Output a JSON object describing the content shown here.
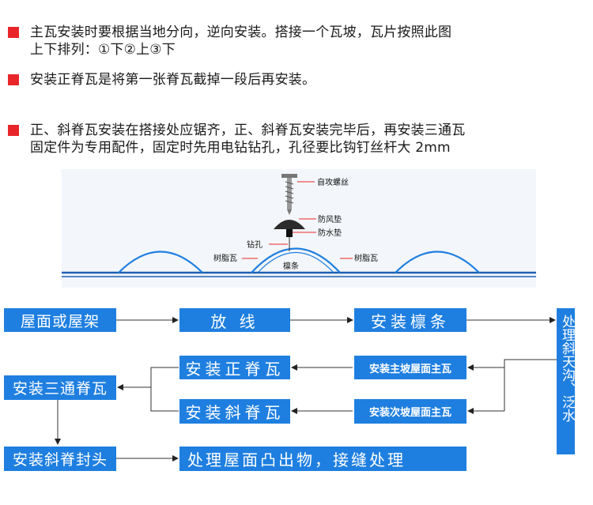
{
  "notes": [
    "主瓦安装时要根据当地分向，逆向安装。搭接一个瓦坡，瓦片按照此图\n上下排列：①下②上③下",
    "安装正脊瓦是将第一张脊瓦截掉一段后再安装。",
    "正、斜脊瓦安装在搭接处应锯齐，正、斜脊瓦安装完毕后，再安装三通瓦\n固定件为专用配件，固定时先用电钻钻孔，孔径要比钩钉丝杆大 2mm"
  ],
  "diagram_labels": {
    "screw": "自攻螺丝",
    "wind_pad": "防风垫",
    "water_pad": "防水垫",
    "drill": "钻孔",
    "resin_left": "树脂瓦",
    "resin_right": "树脂瓦",
    "purlin": "檩条"
  },
  "flow": {
    "roof": "屋面或屋架",
    "line": "放  线",
    "purlin": "安装檩条",
    "drain": "处理斜天沟、泛水",
    "ridge_main": "安装正脊瓦",
    "ridge_slope": "安装斜脊瓦",
    "main_tile": "安装主坡屋面主瓦",
    "sub_tile": "安装次坡屋面主瓦",
    "tee": "安装三通脊瓦",
    "hip_cap": "安装斜脊封头",
    "protrusion": "处理屋面凸出物，接缝处理"
  },
  "colors": {
    "accent": "#1f7fe0",
    "bullet": "#e8262a"
  }
}
